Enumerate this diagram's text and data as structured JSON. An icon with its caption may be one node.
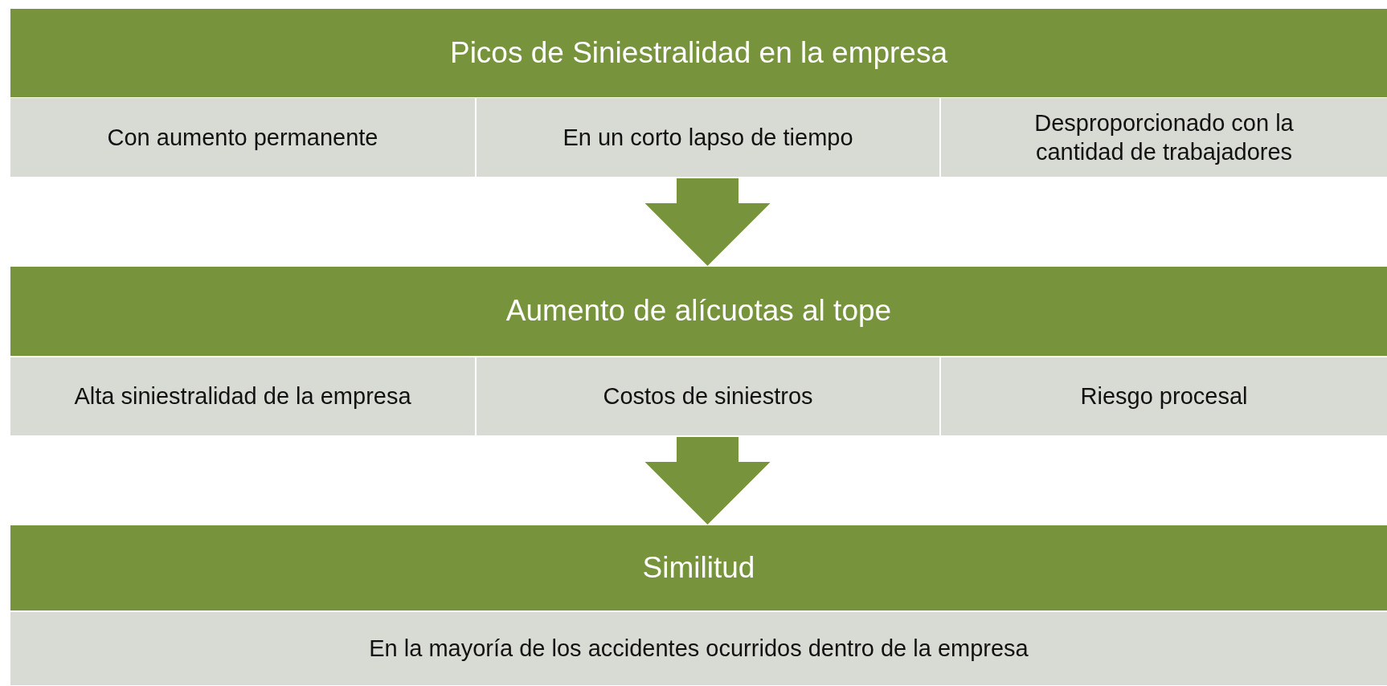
{
  "diagram": {
    "nodes": [
      {
        "text": [
          "Picos de Siniestralidad en la empresa"
        ]
      },
      {
        "text": [
          "Con aumento permanente"
        ]
      },
      {
        "text": [
          "En un corto lapso de tiempo"
        ]
      },
      {
        "text": [
          "Desproporcionado con la cantidad de trabajadores"
        ]
      },
      {
        "text": [
          "Aumento de alícuotas al tope"
        ]
      },
      {
        "text": [
          "Alta siniestralidad de la empresa"
        ]
      },
      {
        "text": [
          "Costos de siniestros"
        ]
      },
      {
        "text": [
          "Riesgo procesal"
        ]
      },
      {
        "text": [
          "Similitud"
        ]
      },
      {
        "text": [
          "En la mayoría de los accidentes ocurridos dentro de la empresa"
        ]
      }
    ],
    "edges": [
      {
        "from": 2,
        "to": 4,
        "arrow": "to"
      },
      {
        "from": 6,
        "to": 8,
        "arrow": "to"
      }
    ]
  }
}
